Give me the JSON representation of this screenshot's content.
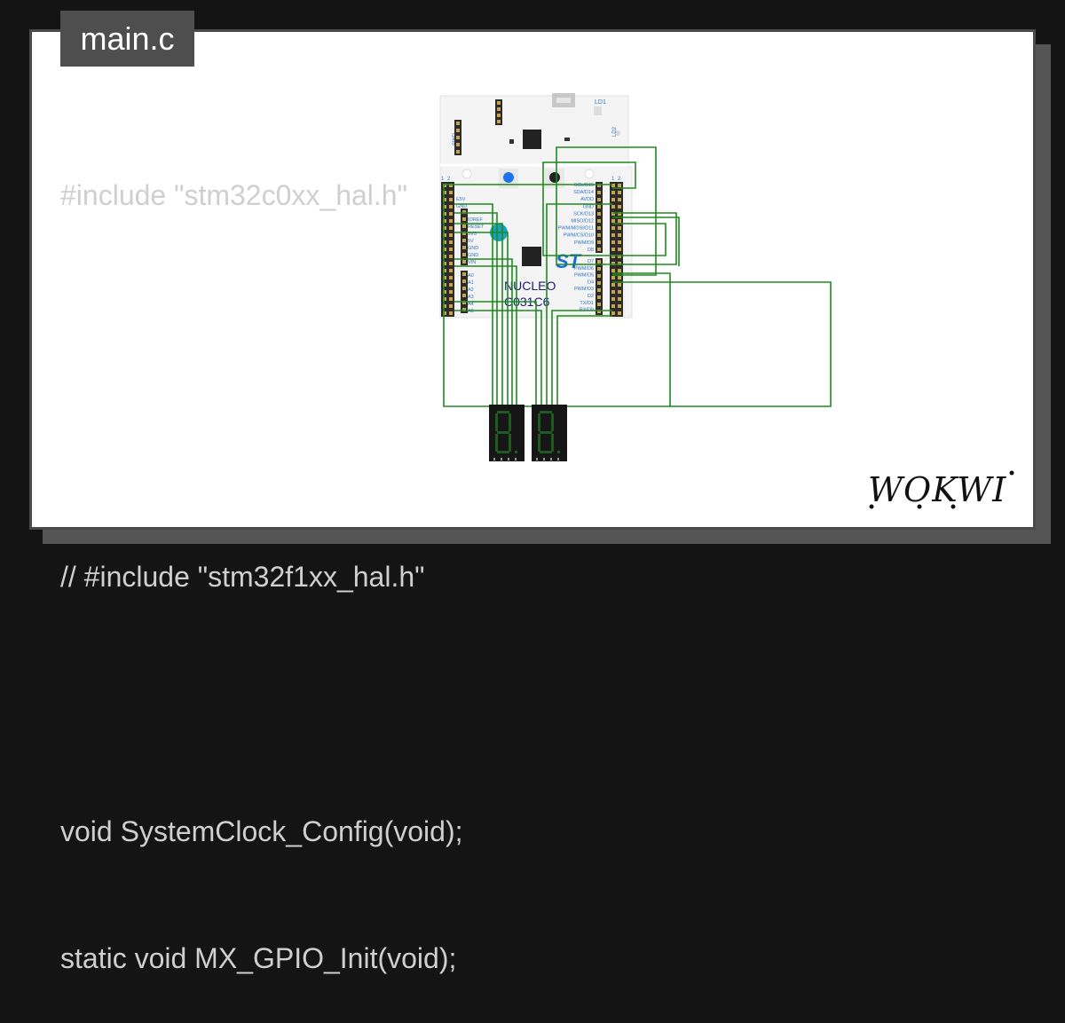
{
  "file_tab": {
    "label": "main.c"
  },
  "code_lines": [
    "#include \"stm32c0xx_hal.h\"",
    "",
    "",
    "// #include \"stm32f1xx_hal.h\"",
    "",
    "void SystemClock_Config(void);",
    "static void MX_GPIO_Init(void);"
  ],
  "board": {
    "name_line1": "NUCLEO",
    "name_line2": "C031C6",
    "swd_label": "SWD",
    "ld1_label": "LD1",
    "ld2_label": "LD2",
    "left_labels": [
      "E5V",
      "GND",
      "IOREF",
      "RESET",
      "3V3",
      "5V",
      "GND",
      "GND",
      "VIN",
      "A0",
      "A1",
      "A2",
      "A3",
      "A4",
      "A5"
    ],
    "right_labels": [
      "SCL/D15",
      "SDA/D14",
      "AVDD",
      "GND",
      "SCK/D13",
      "MISO/D12",
      "PWM/MOSI/D11",
      "PWM/CS/D10",
      "PWM/D9",
      "D8",
      "D7",
      "PWM/D6",
      "PWM/D5",
      "D4",
      "PWM/D3",
      "D2",
      "TX/D1",
      "RX/D0"
    ],
    "header_numbers": [
      "1",
      "2"
    ]
  },
  "logo": {
    "text": "WOKWI"
  },
  "colors": {
    "background": "#141414",
    "card": "#ffffff",
    "tab": "#4e4e4e",
    "code_text": "#cfcfcf",
    "wire": "#1f8a1f",
    "display_body": "#161616",
    "segment_off": "#1f5a1f"
  }
}
